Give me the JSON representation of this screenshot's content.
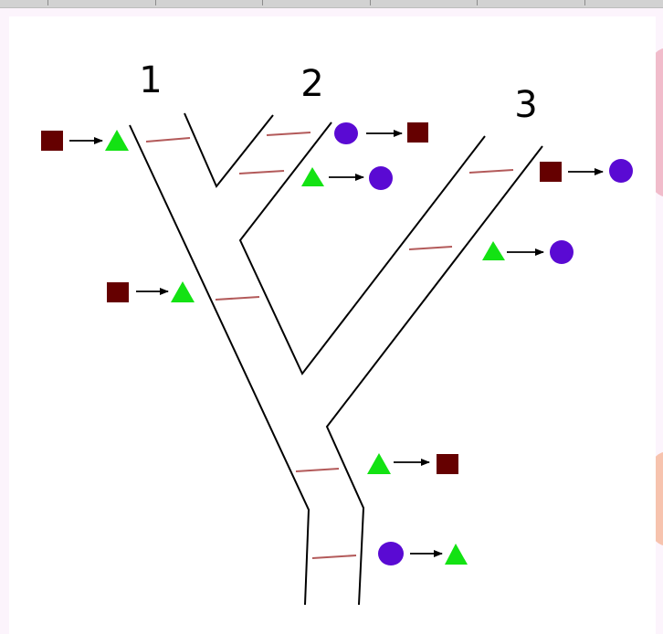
{
  "diagram": {
    "branch_labels": [
      "1",
      "2",
      "3"
    ],
    "colors": {
      "outline": "#000000",
      "mutation_mark": "#b35a5a",
      "square": "#650000",
      "triangle": "#13e213",
      "circle": "#5a0ad3",
      "arrow": "#000000"
    },
    "transitions": [
      {
        "from": "square",
        "to": "triangle"
      },
      {
        "from": "circle",
        "to": "square"
      },
      {
        "from": "triangle",
        "to": "circle"
      },
      {
        "from": "square",
        "to": "circle"
      },
      {
        "from": "triangle",
        "to": "circle"
      },
      {
        "from": "square",
        "to": "triangle"
      },
      {
        "from": "triangle",
        "to": "square"
      },
      {
        "from": "circle",
        "to": "triangle"
      }
    ]
  }
}
